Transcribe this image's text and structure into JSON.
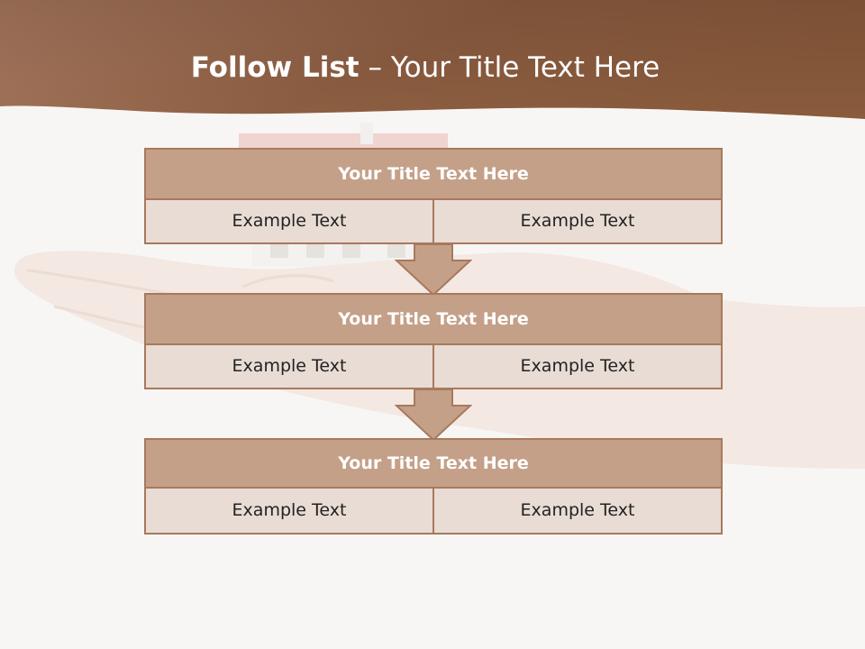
{
  "slide": {
    "title_bold": "Follow List",
    "title_rest": " – Your Title Text Here"
  },
  "colors": {
    "header_brown_light": "#b98a6e",
    "header_brown_dark": "#7a5238",
    "block_head": "#c4a088",
    "block_cell": "#e8dcd5",
    "block_border": "#a8795d"
  },
  "blocks": [
    {
      "title": "Your Title Text Here",
      "left": "Example Text",
      "right": "Example Text"
    },
    {
      "title": "Your Title Text Here",
      "left": "Example Text",
      "right": "Example Text"
    },
    {
      "title": "Your Title Text Here",
      "left": "Example Text",
      "right": "Example Text"
    }
  ]
}
